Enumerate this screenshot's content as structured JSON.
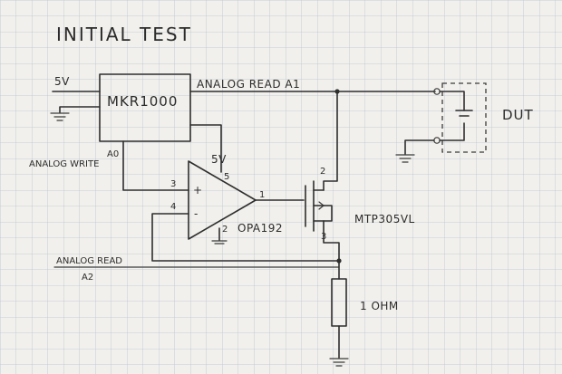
{
  "title": "INITIAL TEST",
  "labels": {
    "supply_5v": "5V",
    "mkr1000": "MKR1000",
    "analog_read_a1": "ANALOG READ A1",
    "a0": "A0",
    "analog_write": "ANALOG WRITE",
    "opamp_5v": "5V",
    "pin_5": "5",
    "pin_3": "3",
    "pin_4": "4",
    "pin_2_opamp": "2",
    "pin_1": "1",
    "opamp_name": "OPA192",
    "plus_sign": "+",
    "minus_sign": "-",
    "fet_pin_2": "2",
    "fet_pin_3": "3",
    "fet_name": "MTP305VL",
    "dut": "DUT",
    "analog_read_a2": "ANALOG READ",
    "a2": "A2",
    "resistor": "1 OHM"
  },
  "colors": {
    "paper": "#f2f0ec",
    "grid": "#b9c3cf",
    "ink": "#2e2e2e"
  }
}
